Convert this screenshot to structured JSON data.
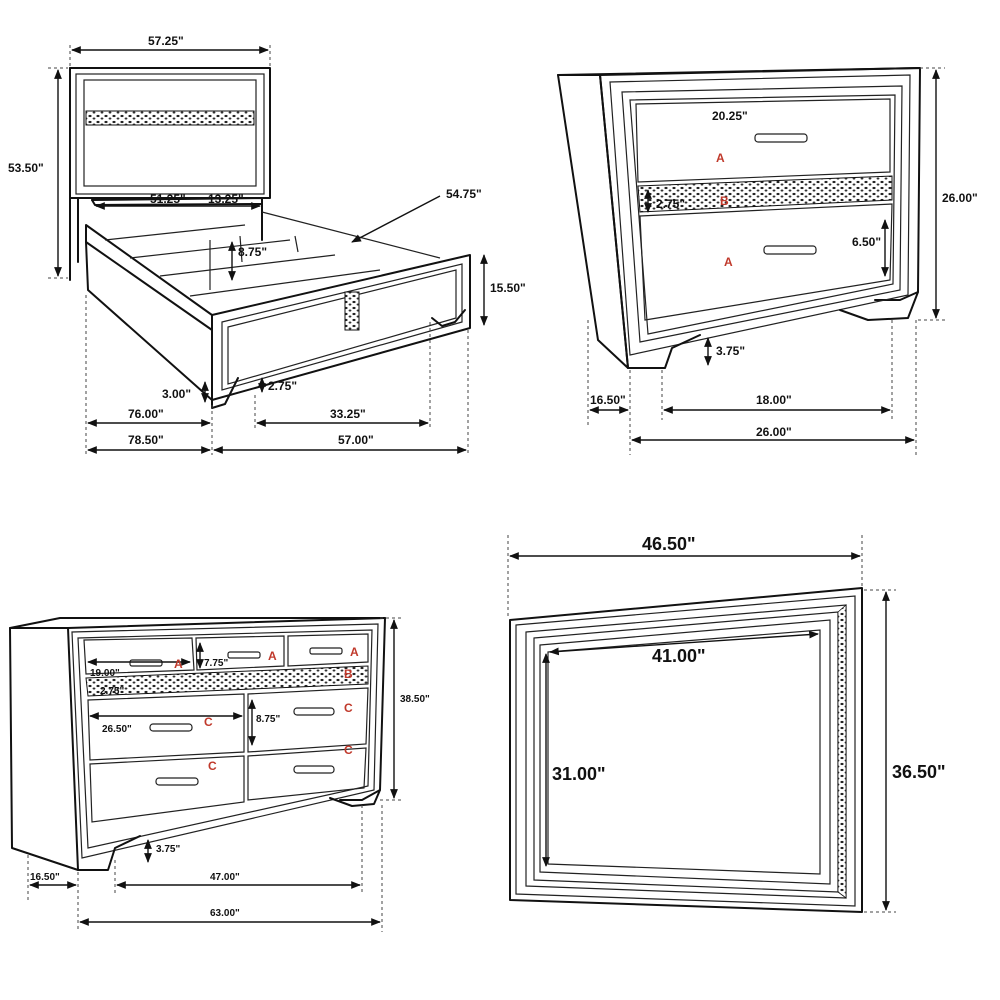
{
  "colors": {
    "line": "#111111",
    "letter": "#c0392b",
    "background": "#ffffff"
  },
  "bed": {
    "headboard_width": "57.25\"",
    "headboard_height": "53.50\"",
    "inner_width": "51.25\"",
    "rail_gap": "13.25\"",
    "diagonal": "54.75\"",
    "slat_height": "8.75\"",
    "footboard_height": "15.50\"",
    "leg_height": "3.00\"",
    "clearance": "2.75\"",
    "inner_length": "76.00\"",
    "outer_length": "78.50\"",
    "foot_inner": "33.25\"",
    "overall_width": "57.00\""
  },
  "nightstand": {
    "drawer_width": "20.25\"",
    "glitter_height": "2.75\"",
    "drawer_height": "6.50\"",
    "height": "26.00\"",
    "leg_height": "3.75\"",
    "depth": "16.50\"",
    "inner_width": "18.00\"",
    "width": "26.00\"",
    "drawer_letter": "A",
    "glitter_letter": "B"
  },
  "dresser": {
    "drawer_width_top": "19.00\"",
    "drawer_height_top": "7.75\"",
    "glitter_height": "2.75\"",
    "drawer_width_lower": "26.50\"",
    "drawer_height_lower": "8.75\"",
    "height": "38.50\"",
    "leg_height": "3.75\"",
    "depth": "16.50\"",
    "inner_width": "47.00\"",
    "width": "63.00\"",
    "letter_a": "A",
    "letter_b": "B",
    "letter_c": "C"
  },
  "mirror": {
    "width": "46.50\"",
    "glass_width": "41.00\"",
    "glass_height": "31.00\"",
    "height": "36.50\""
  }
}
